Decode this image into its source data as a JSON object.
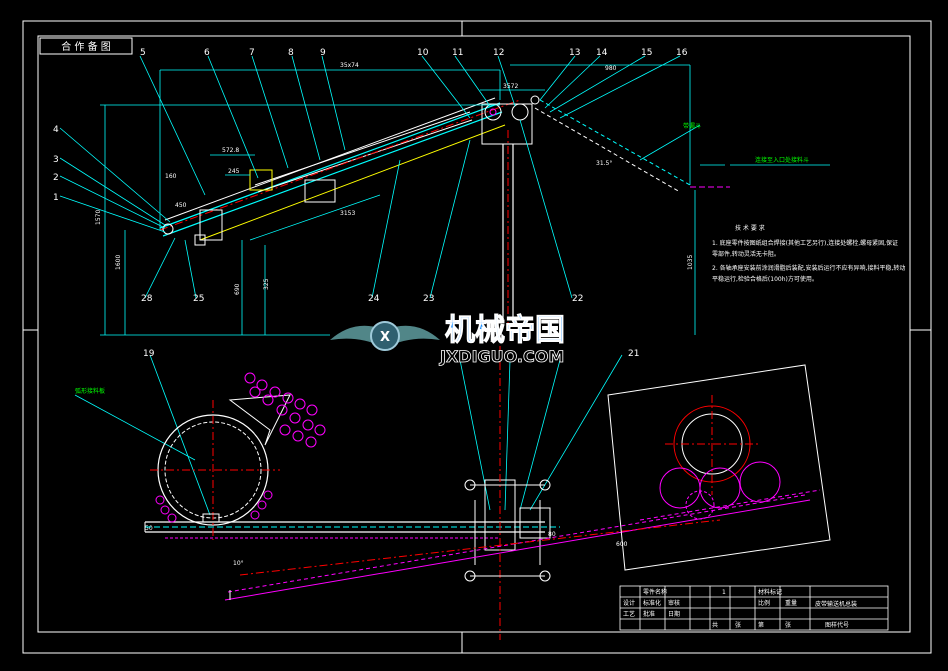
{
  "title_block_top": "合 作 备 图",
  "part_numbers": [
    "1",
    "2",
    "3",
    "4",
    "5",
    "6",
    "7",
    "8",
    "9",
    "10",
    "11",
    "12",
    "13",
    "14",
    "15",
    "16",
    "19",
    "21",
    "22",
    "23",
    "24",
    "25",
    "28"
  ],
  "dimensions": {
    "d_35x74": "35x74",
    "d_3572": "3572",
    "d_980": "980",
    "d_5728": "572.8",
    "d_245": "245",
    "d_450": "450",
    "d_160": "160",
    "d_3153": "3153",
    "d_1570": "1570",
    "d_1600": "1600",
    "d_690": "690",
    "d_325": "325",
    "d_1035": "1035",
    "d_315deg": "31.5°",
    "d_10deg": "10°",
    "d_600": "600",
    "d_80": "80",
    "d_50": "50"
  },
  "notes": {
    "label_hopper": "带漏斗",
    "label_connect": "连接至入口处接料斗",
    "label_arc": "弧形接料板",
    "tech_title": "技 术 要 求",
    "tech_line1": "1. 底座零件按图纸组合焊接(其他工艺另行),连接处螺栓,螺母紧固,保证",
    "tech_line2": "   零部件,转动灵活无卡阻。",
    "tech_line3": "2. 各轴承座安装前涂润滑脂后装配,安装后运行不应有异响,接料平稳,转动",
    "tech_line4": "   平稳运行,检验合格后(100h)方可使用。"
  },
  "watermark": {
    "cn": "机械帝国",
    "en": "JXDIGUO.COM"
  },
  "title_block": {
    "part_name_label": "零件名称",
    "material_label": "材料标记",
    "qty": "1",
    "drawing_name": "皮带输送机总装",
    "drawing_code": "图样代号",
    "cells": [
      "设计",
      "标准化",
      "审核",
      "工艺",
      "批准",
      "日期",
      "比例",
      "重量",
      "共",
      "张",
      "第",
      "张"
    ]
  },
  "colors": {
    "background": "#000000",
    "frame": "#ffffff",
    "line_cyan": "#00ffff",
    "line_yellow": "#ffff00",
    "line_red": "#ff0000",
    "line_magenta": "#ff00ff",
    "watermark": "#1e90ff"
  }
}
